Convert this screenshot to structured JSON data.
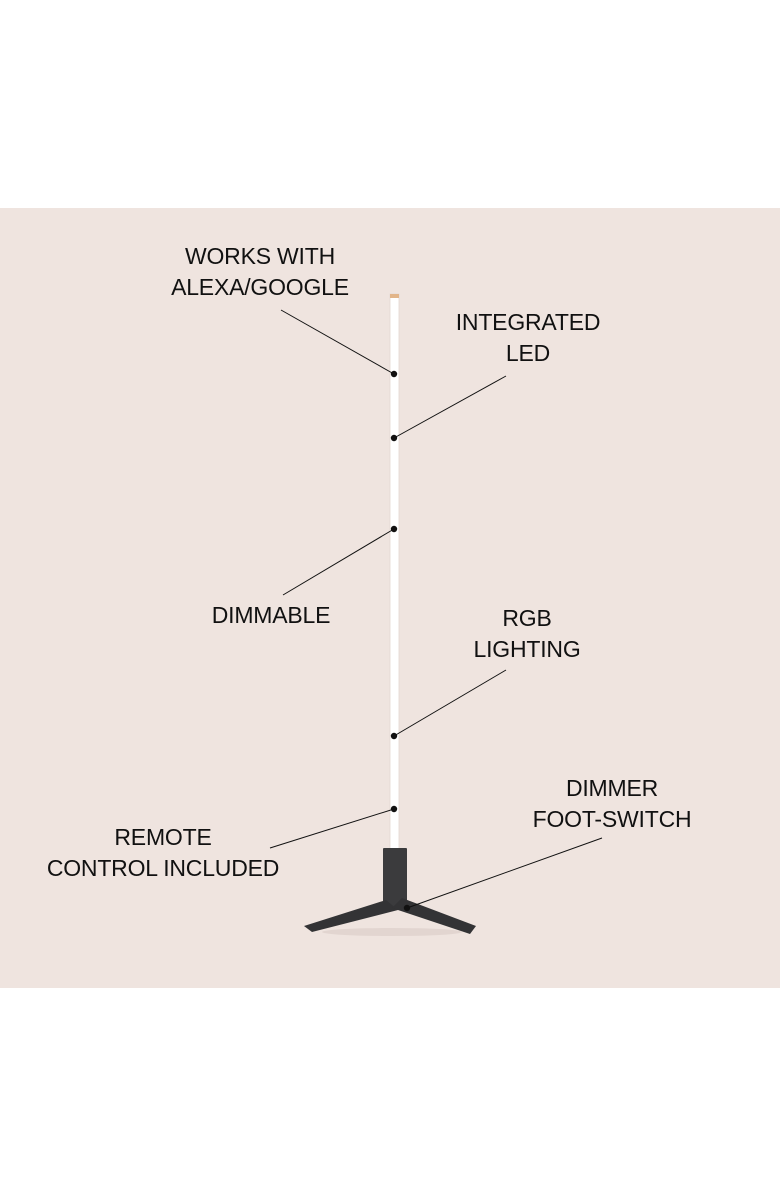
{
  "colors": {
    "background": "#ffffff",
    "panel": "#efe4df",
    "text": "#111111",
    "lamp_base": "#3b3b3d",
    "lamp_tube": "#ffffff"
  },
  "callouts": {
    "alexa": {
      "line1": "WORKS WITH",
      "line2": "ALEXA/GOOGLE"
    },
    "led": {
      "line1": "INTEGRATED",
      "line2": "LED"
    },
    "dimmable": {
      "line1": "DIMMABLE"
    },
    "rgb": {
      "line1": "RGB",
      "line2": "LIGHTING"
    },
    "remote": {
      "line1": "REMOTE",
      "line2": "CONTROL INCLUDED"
    },
    "footswitch": {
      "line1": "DIMMER",
      "line2": "FOOT-SWITCH"
    }
  }
}
